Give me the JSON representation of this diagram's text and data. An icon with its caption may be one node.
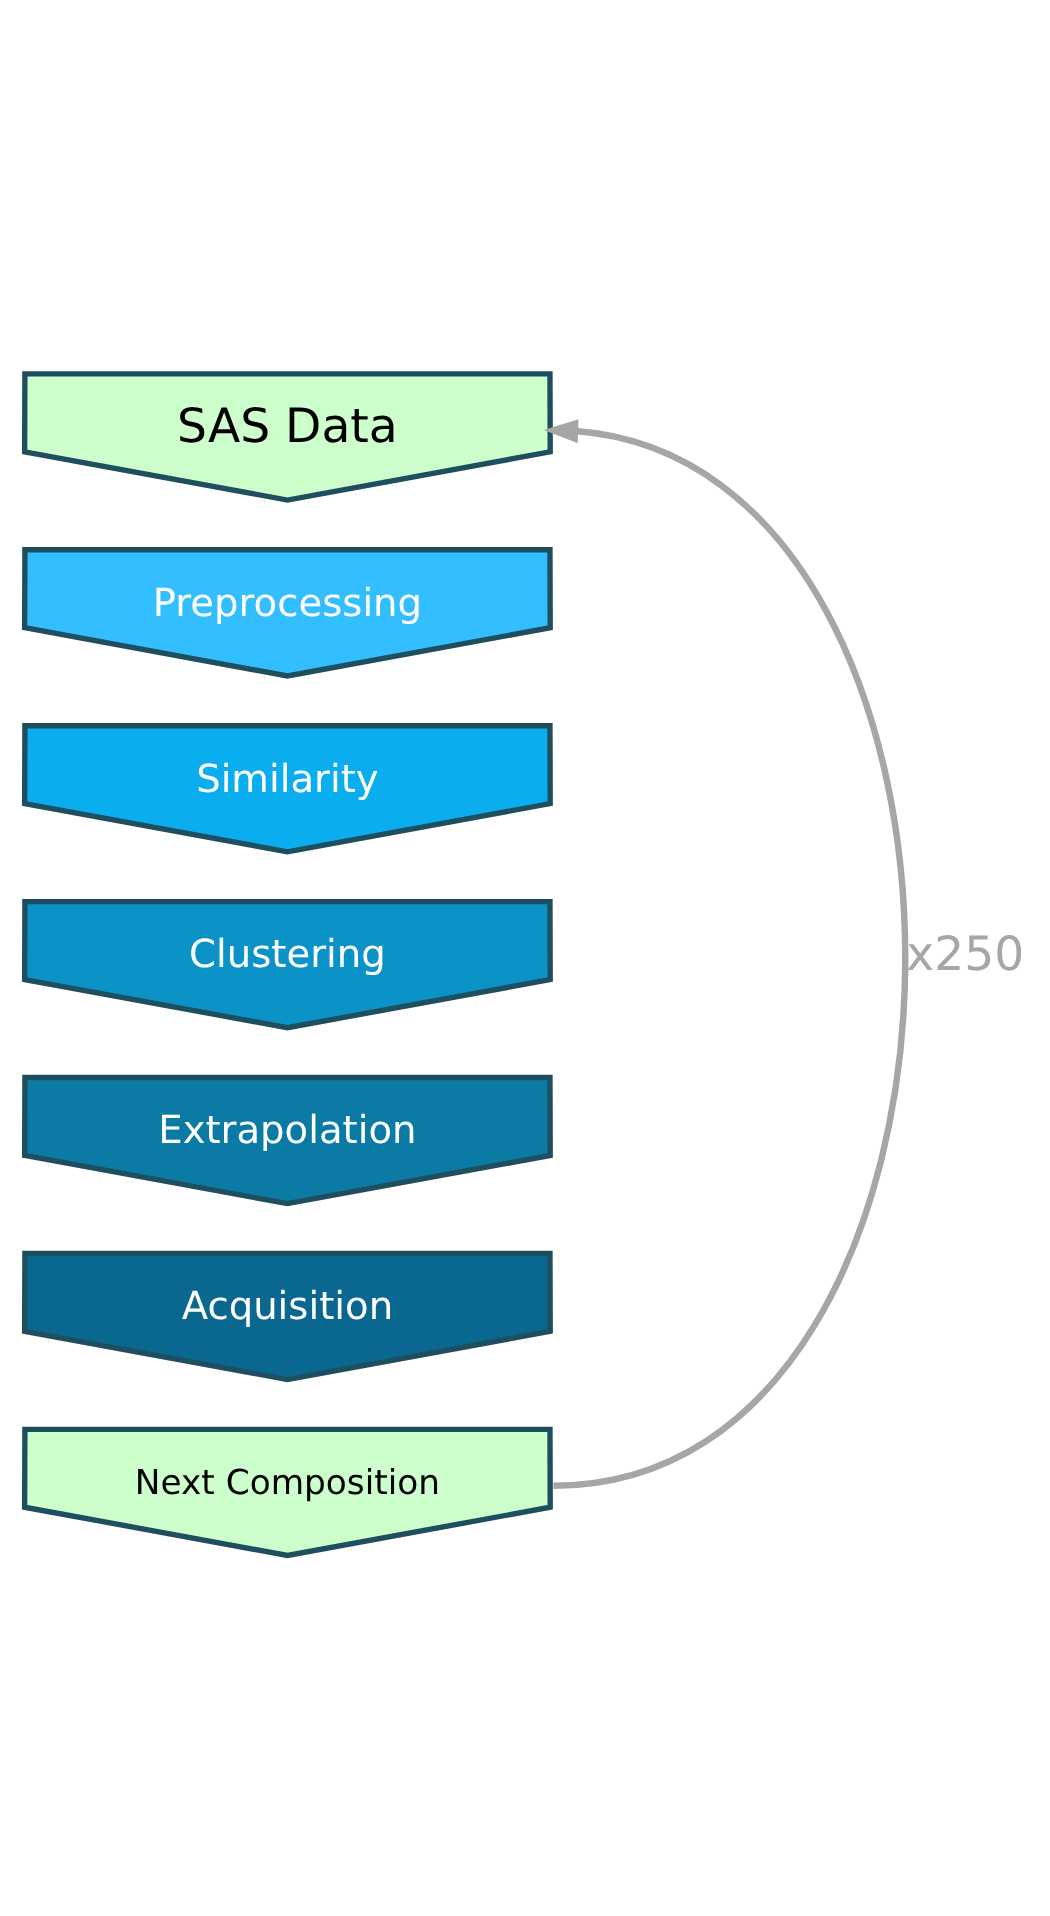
{
  "diagram": {
    "nodes": [
      {
        "text": [
          "SAS Data"
        ]
      },
      {
        "text": [
          "Preprocessing"
        ]
      },
      {
        "text": [
          "Similarity"
        ]
      },
      {
        "text": [
          "Clustering"
        ]
      },
      {
        "text": [
          "Extrapolation"
        ]
      },
      {
        "text": [
          "Acquisition"
        ]
      },
      {
        "text": [
          "Next Composition"
        ]
      }
    ],
    "edges": [
      {
        "from": 6,
        "to": 0,
        "arrow": "to",
        "label": "x250",
        "color": "#a6a6a6"
      }
    ]
  }
}
